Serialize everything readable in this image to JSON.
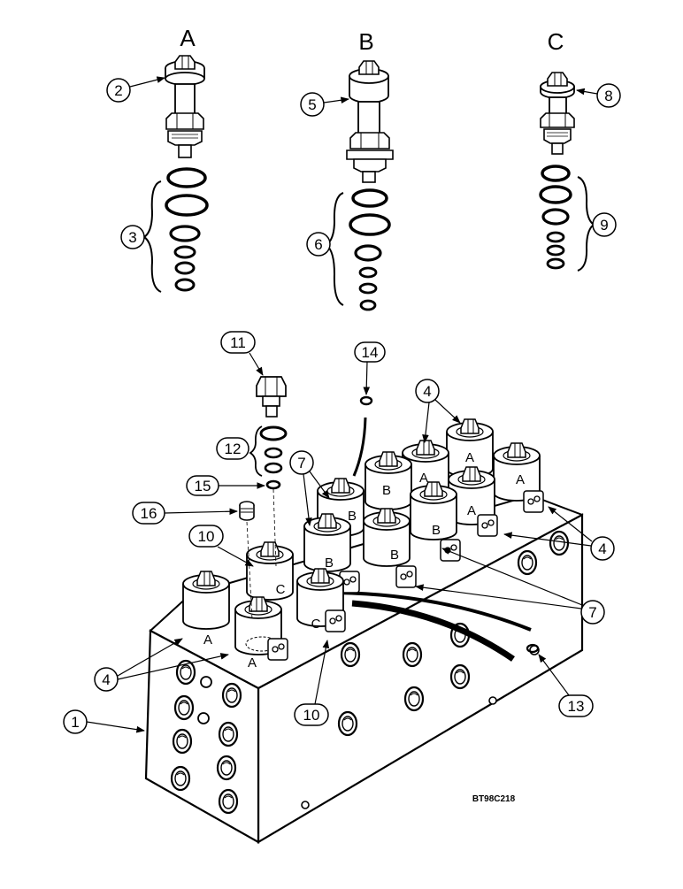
{
  "sections": {
    "a": "A",
    "b": "B",
    "c": "C"
  },
  "callouts": {
    "c1": "1",
    "c2": "2",
    "c3": "3",
    "c4": "4",
    "c5": "5",
    "c6": "6",
    "c7": "7",
    "c8": "8",
    "c9": "9",
    "c10": "10",
    "c11": "11",
    "c12": "12",
    "c13": "13",
    "c14": "14",
    "c15": "15",
    "c16": "16"
  },
  "block_labels": {
    "a": "A",
    "b": "B",
    "c": "C"
  },
  "drawing_code": "BT98C218"
}
